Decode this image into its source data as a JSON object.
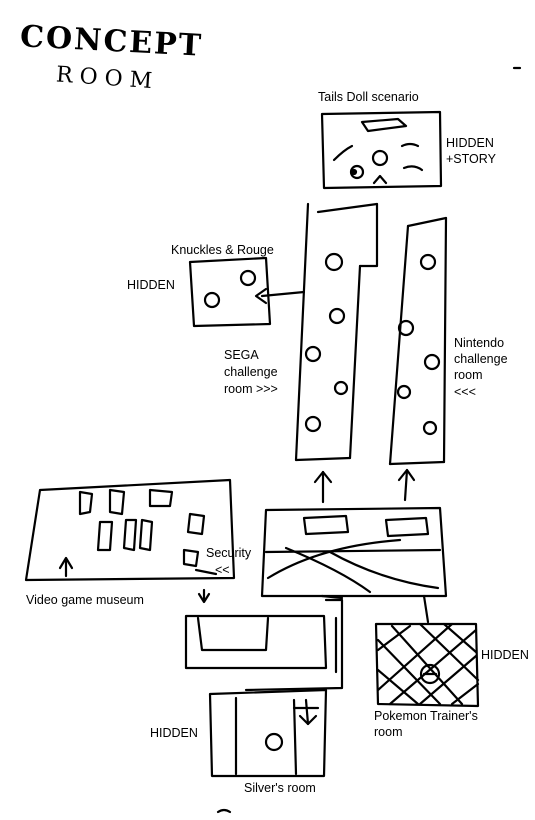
{
  "heading": {
    "line1": "CONCEPT",
    "line2": "ROOM"
  },
  "labels": {
    "tails_doll": "Tails Doll scenario",
    "tails_hidden_1": "HIDDEN",
    "tails_hidden_2": "+STORY",
    "knuckles": "Knuckles & Rouge",
    "knuckles_hidden": "HIDDEN",
    "sega_1": "SEGA",
    "sega_2": "challenge",
    "sega_3": "room >>>",
    "nintendo_1": "Nintendo",
    "nintendo_2": "challenge",
    "nintendo_3": "room",
    "nintendo_4": "<<<",
    "security_1": "Security",
    "security_2": "<<",
    "museum": "Video game museum",
    "pokemon_hidden": "HIDDEN",
    "pokemon_1": "Pokemon Trainer's",
    "pokemon_2": "room",
    "silver_hidden": "HIDDEN",
    "silver": "Silver's room"
  }
}
